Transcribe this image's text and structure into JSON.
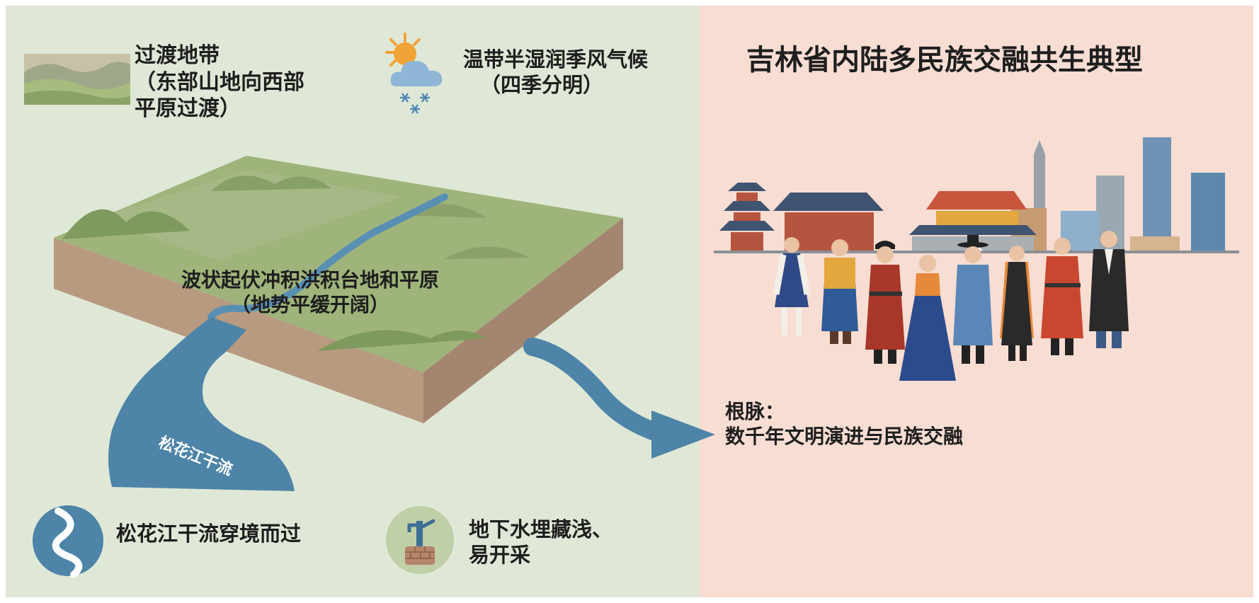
{
  "left": {
    "transition": {
      "line1": "过渡地带",
      "line2": "（东部山地向西部",
      "line3": "平原过渡）"
    },
    "climate": {
      "line1": "温带半湿润季风气候",
      "line2": "（四季分明）"
    },
    "terrain": {
      "line1": "波状起伏冲积洪积台地和平原",
      "line2": "（地势平缓开阔）"
    },
    "river_label": "松花江干流",
    "river_note": "松花江干流穿境而过",
    "groundwater": {
      "line1": "地下水埋藏浅、",
      "line2": "易开采"
    }
  },
  "right": {
    "title": "吉林省内陆多民族交融共生典型",
    "roots": {
      "line1": "根脉：",
      "line2": "数千年文明演进与民族交融"
    }
  },
  "icons": [
    "hills-icon",
    "sun-cloud-snow-icon",
    "river-icon",
    "well-pump-icon",
    "arrow-icon"
  ],
  "colors": {
    "left_bg": "#dfe8d6",
    "right_bg": "#f7ddd2",
    "river": "#4d84a8",
    "land": "#8fa56b",
    "soil": "#c3a489"
  }
}
